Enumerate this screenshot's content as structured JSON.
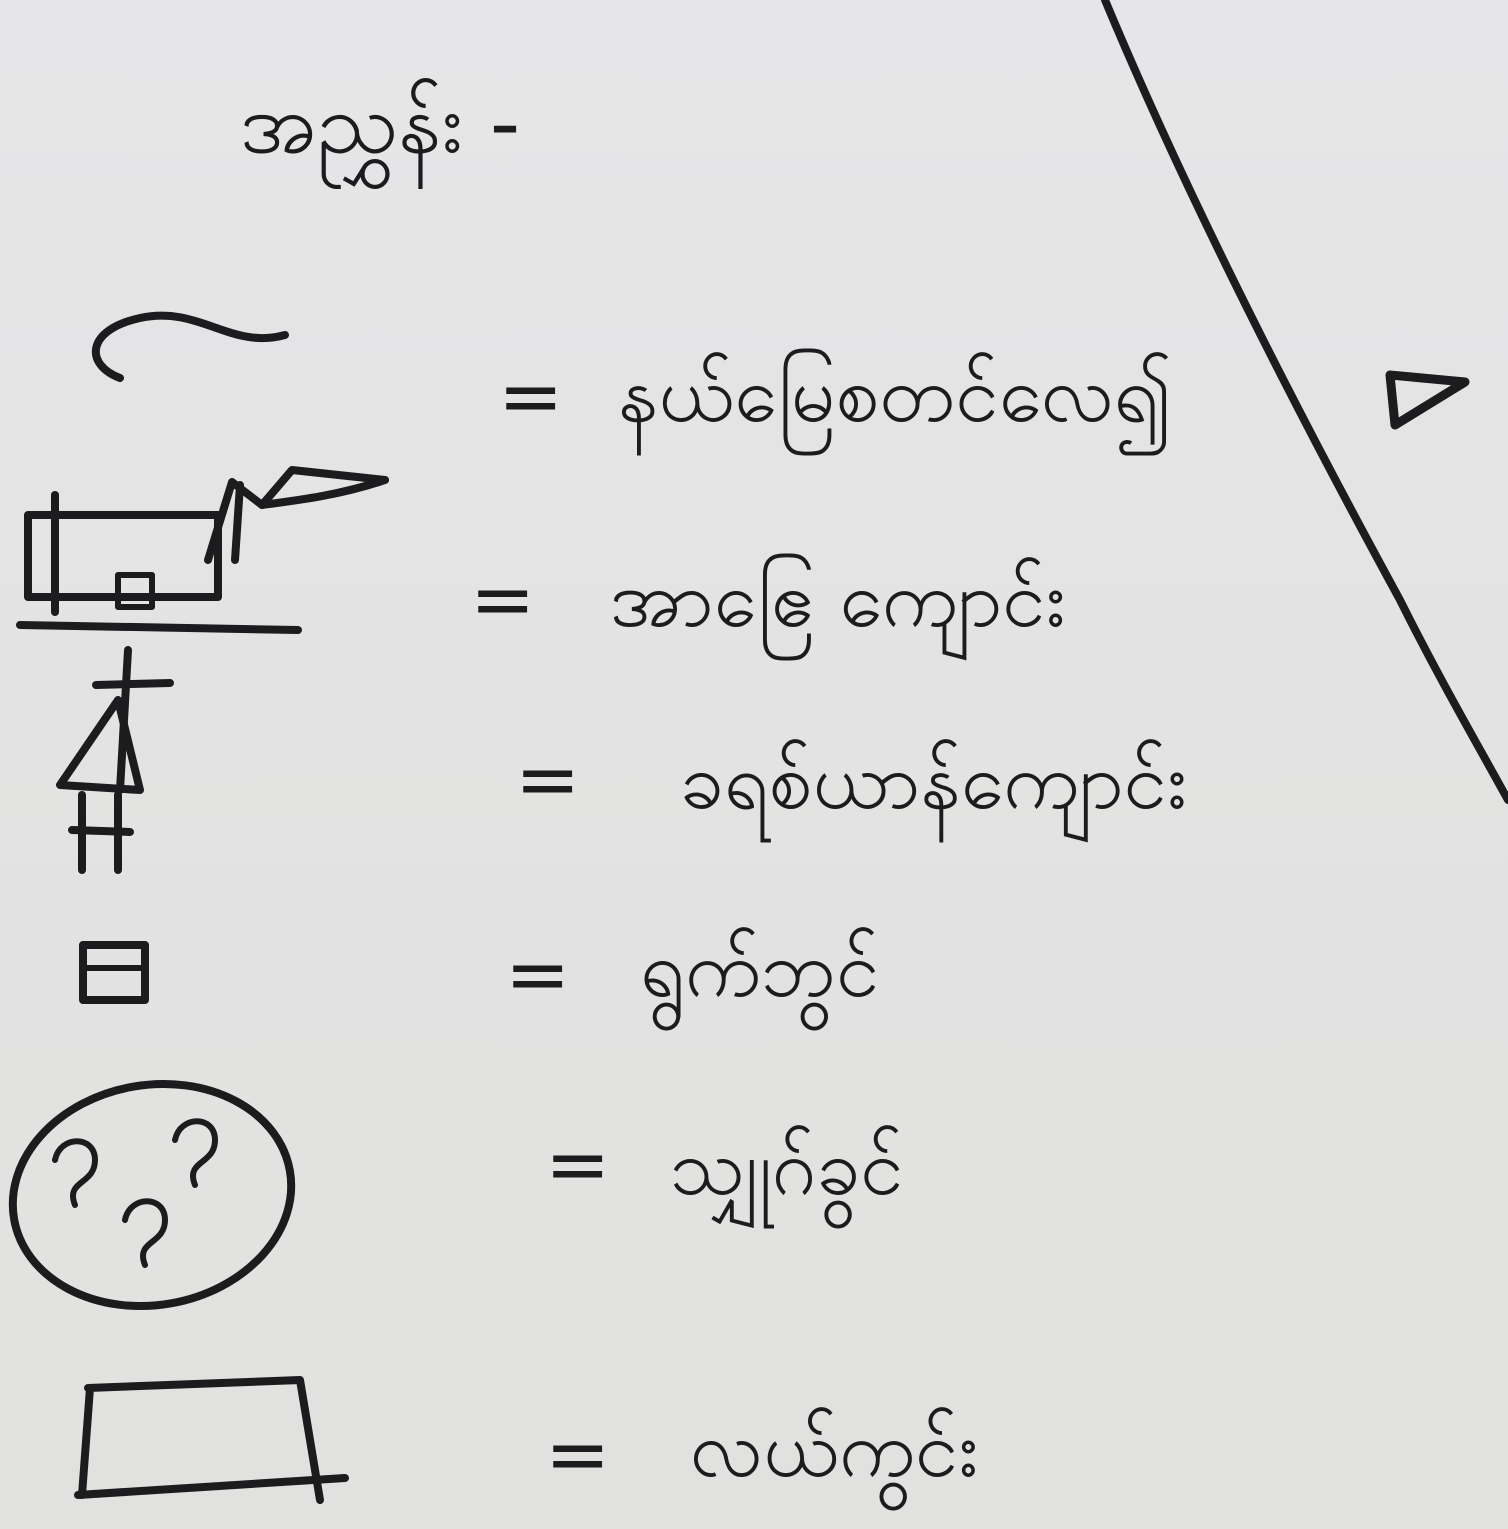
{
  "legend": {
    "title": "အညွှန်း -",
    "items": [
      {
        "symbol": "river-symbol",
        "equals": "=",
        "label": "နယ်မြေစတင်လေ၍"
      },
      {
        "symbol": "school-symbol",
        "equals": "=",
        "label": "အာဧြေ ကျောင်း"
      },
      {
        "symbol": "church-symbol",
        "equals": "=",
        "label": "ခရစ်ယာန်ကျောင်း"
      },
      {
        "symbol": "house-symbol",
        "equals": "=",
        "label": "ရွက်ဘွင်"
      },
      {
        "symbol": "village-symbol",
        "equals": "=",
        "label": "သျှုဂ်ခွင်"
      },
      {
        "symbol": "field-symbol",
        "equals": "=",
        "label": "လယ်ကွင်း"
      }
    ]
  }
}
